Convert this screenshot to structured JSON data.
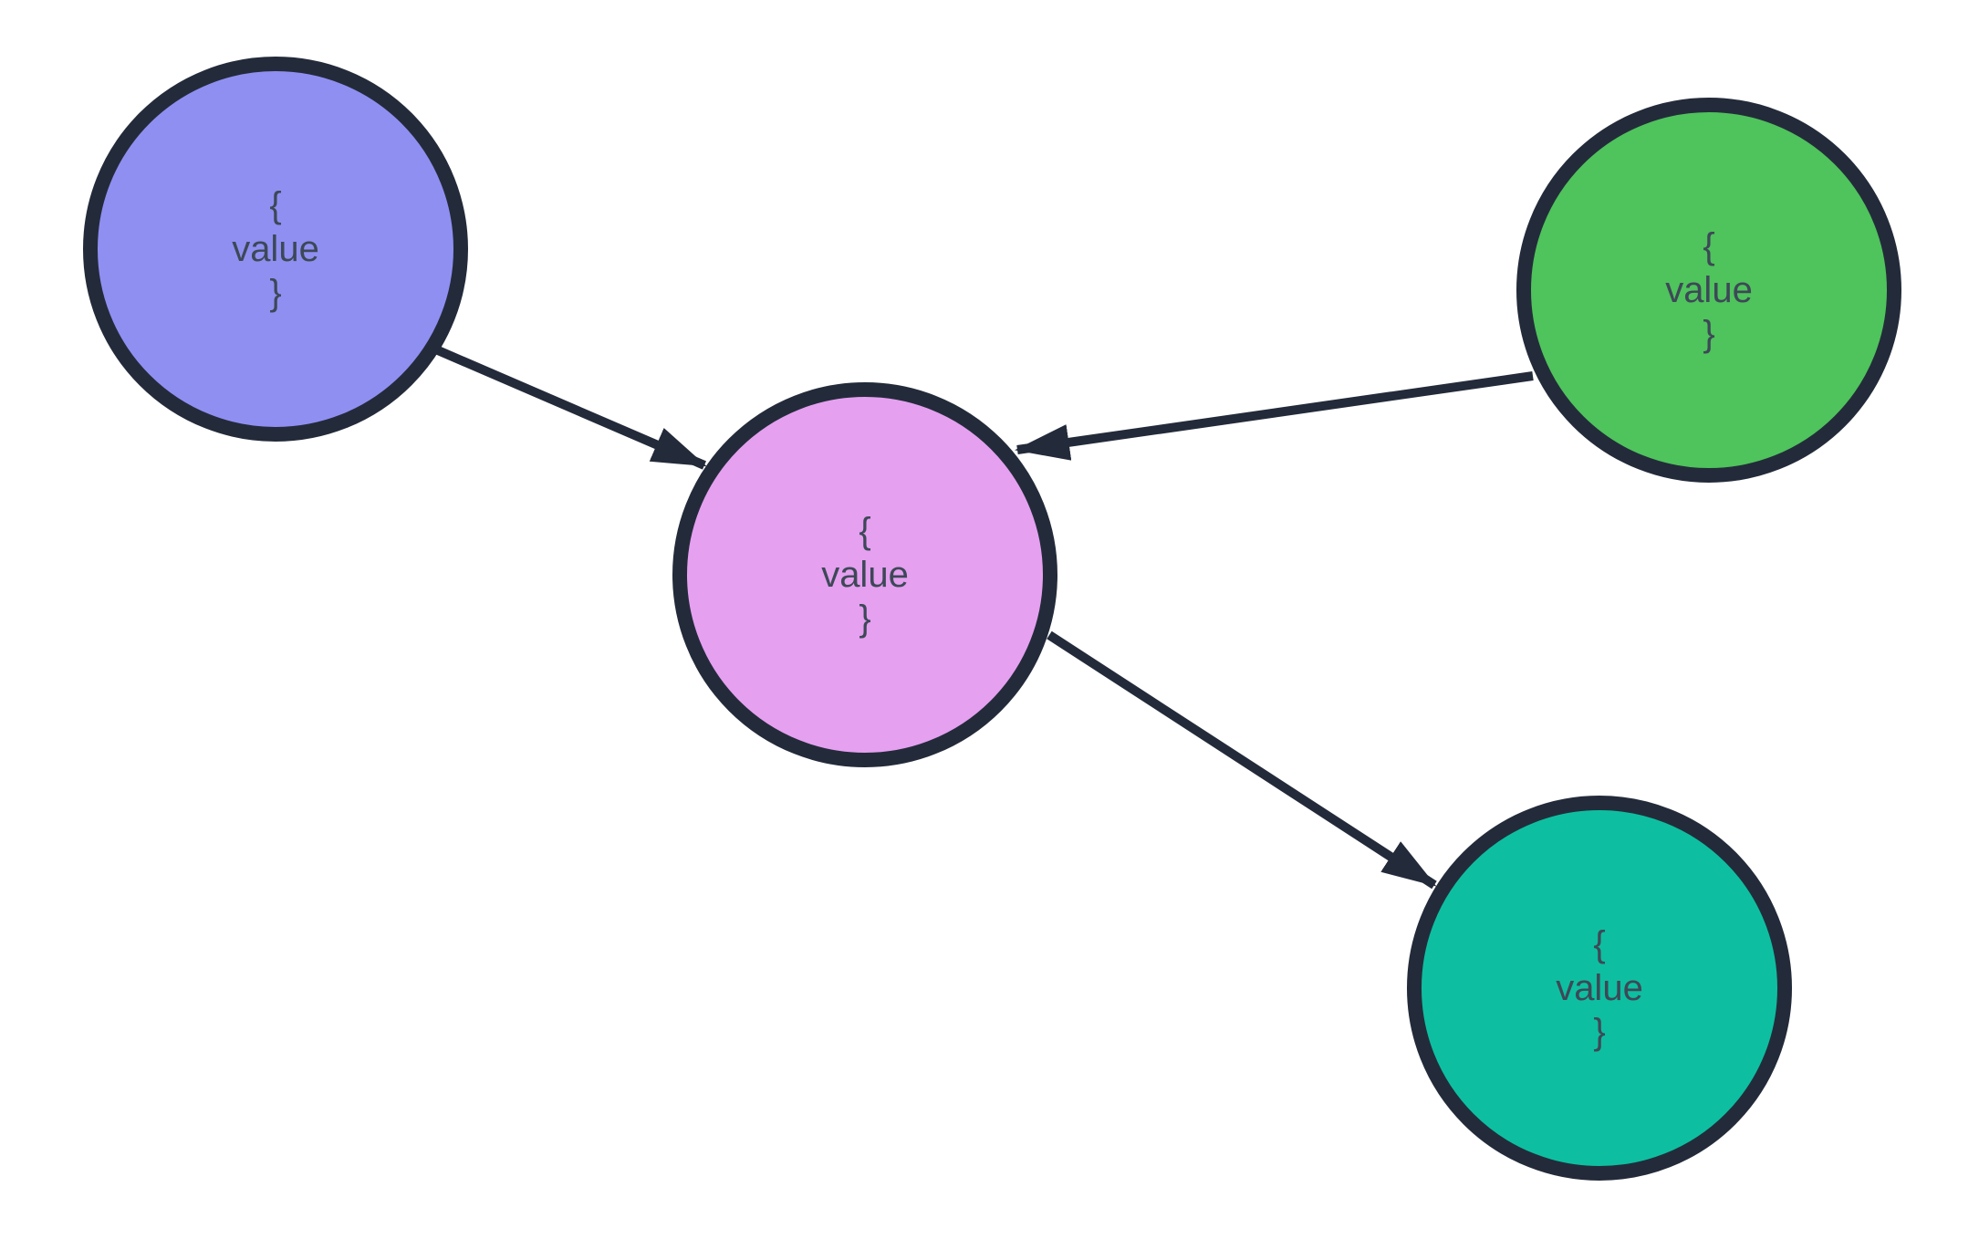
{
  "diagram": {
    "background_color": "#ffffff",
    "stroke_color": "#232b3a",
    "text_color": "#3d4857",
    "nodes": [
      {
        "id": "node-purple",
        "position": "top-left",
        "fill": "#8f8ff2",
        "lines": [
          "{",
          "value",
          "}"
        ]
      },
      {
        "id": "node-magenta",
        "position": "center",
        "fill": "#e5a0f0",
        "lines": [
          "{",
          "value",
          "}"
        ]
      },
      {
        "id": "node-green",
        "position": "top-right",
        "fill": "#4fc35c",
        "lines": [
          "{",
          "value",
          "}"
        ]
      },
      {
        "id": "node-teal",
        "position": "bottom-right",
        "fill": "#0dbfa0",
        "lines": [
          "{",
          "value",
          "}"
        ]
      }
    ],
    "edges": [
      {
        "from": "node-purple",
        "to": "node-magenta",
        "arrowhead": "to"
      },
      {
        "from": "node-green",
        "to": "node-magenta",
        "arrowhead": "to"
      },
      {
        "from": "node-magenta",
        "to": "node-teal",
        "arrowhead": "to"
      }
    ]
  }
}
